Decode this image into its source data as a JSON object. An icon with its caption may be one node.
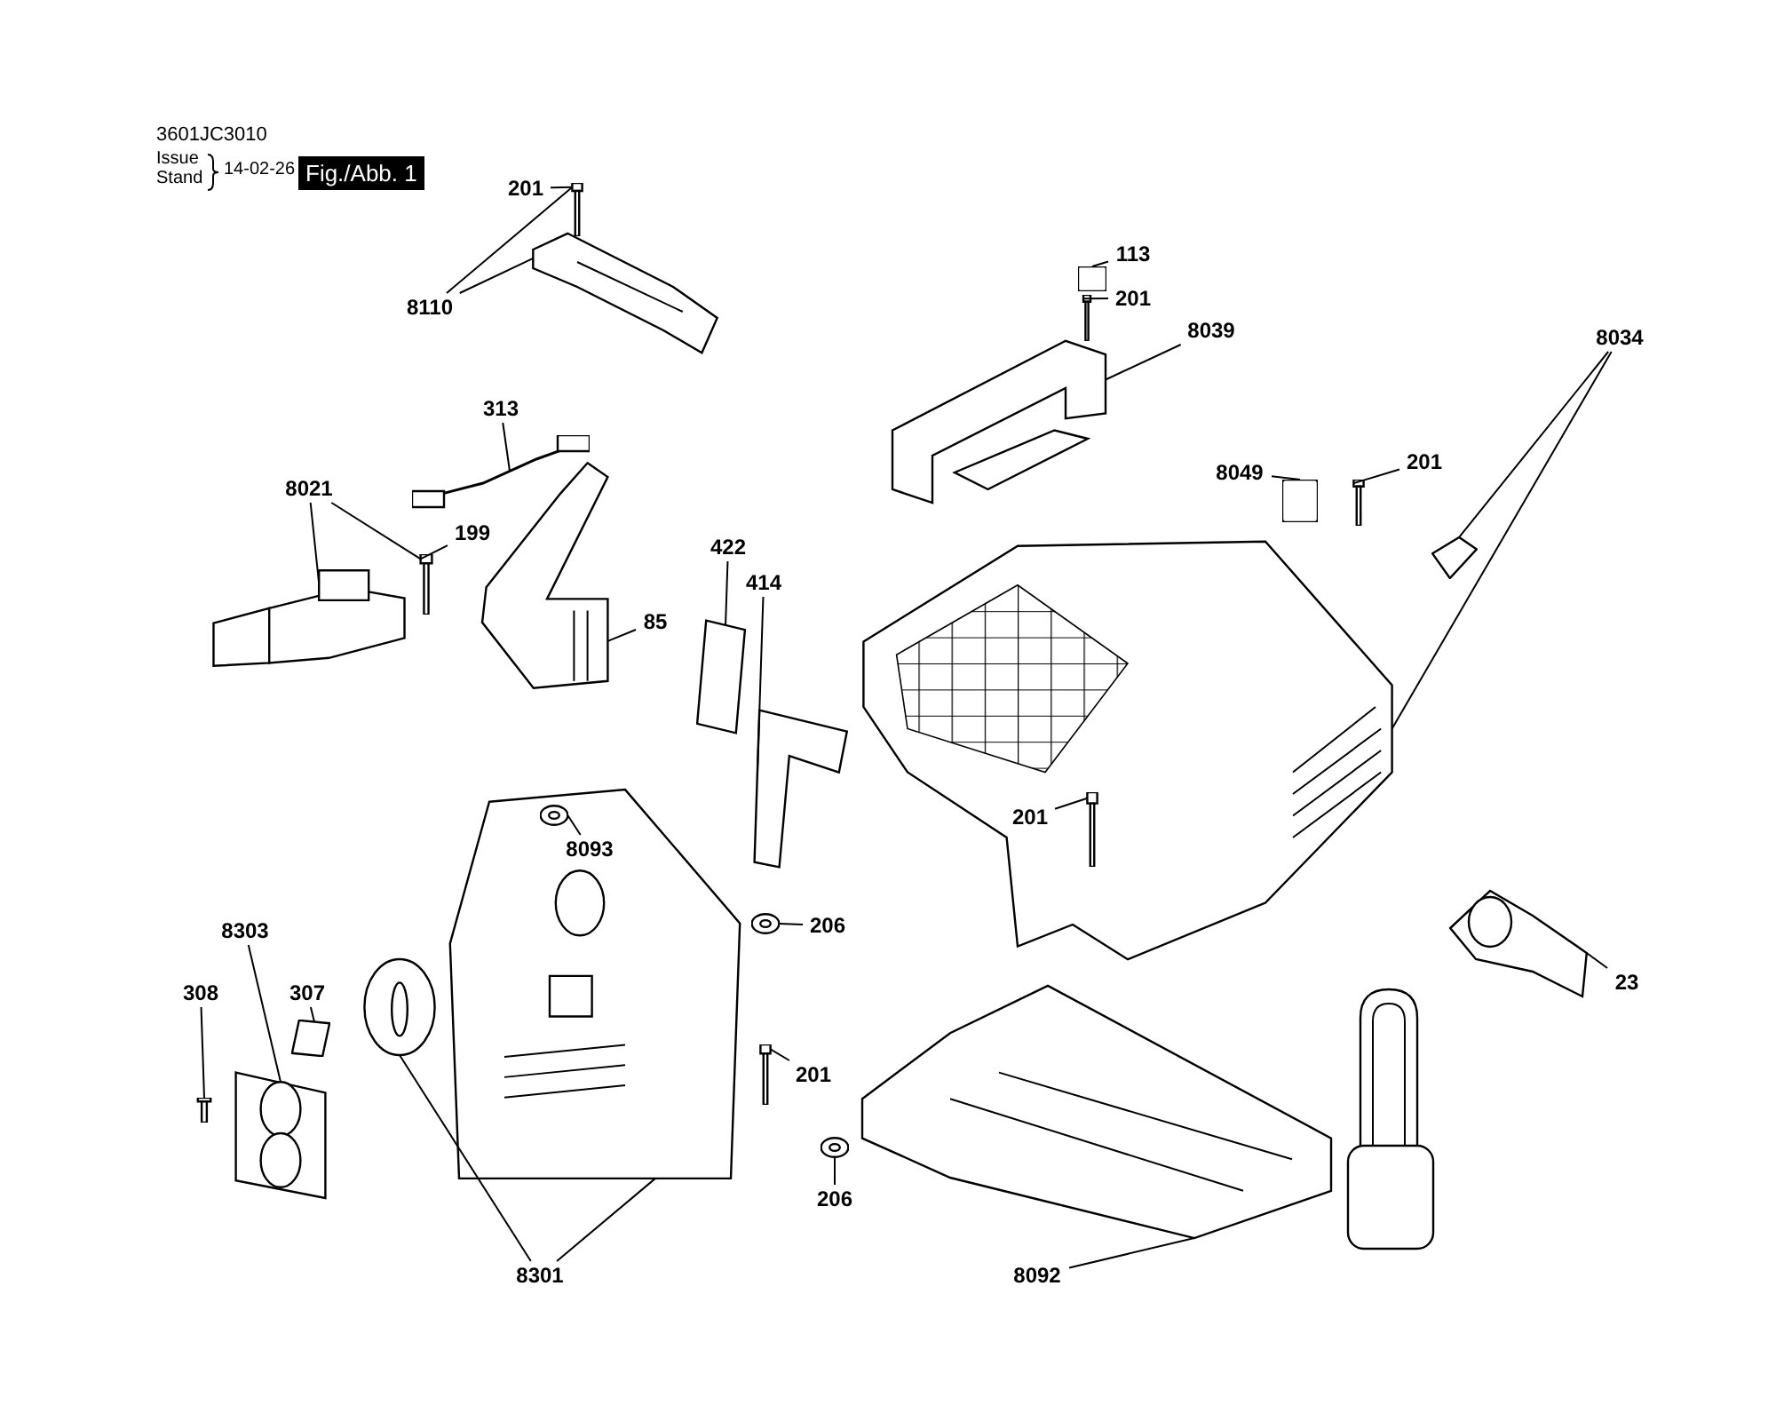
{
  "diagram": {
    "nodes": [
      {
        "text": [
          "201"
        ]
      },
      {
        "text": [
          "8110"
        ]
      },
      {
        "text": [
          "313"
        ]
      },
      {
        "text": [
          "8021"
        ]
      },
      {
        "text": [
          "199"
        ]
      },
      {
        "text": [
          "85"
        ]
      },
      {
        "text": [
          "422"
        ]
      },
      {
        "text": [
          "414"
        ]
      },
      {
        "text": [
          "113"
        ]
      },
      {
        "text": [
          "201"
        ]
      },
      {
        "text": [
          "8039"
        ]
      },
      {
        "text": [
          "8034"
        ]
      },
      {
        "text": [
          "8049"
        ]
      },
      {
        "text": [
          "201"
        ]
      },
      {
        "text": [
          "201"
        ],
        "in": 34
      },
      {
        "text": [
          "8093"
        ],
        "in": 46
      },
      {
        "text": [
          "206"
        ]
      },
      {
        "text": [
          "8303"
        ]
      },
      {
        "text": [
          "308"
        ]
      },
      {
        "text": [
          "307"
        ]
      },
      {
        "text": [
          "201"
        ]
      },
      {
        "text": [
          "206"
        ]
      },
      {
        "text": [
          "8301"
        ]
      },
      {
        "text": [
          "8092"
        ]
      },
      {
        "text": [
          "23"
        ]
      },
      {
        "text": [],
        "shape": "picture"
      },
      {
        "text": [],
        "shape": "picture"
      },
      {
        "text": [],
        "shape": "picture"
      },
      {
        "text": [],
        "shape": "picture"
      },
      {
        "text": [],
        "shape": "picture"
      },
      {
        "text": [],
        "shape": "picture"
      },
      {
        "text": [],
        "shape": "picture"
      },
      {
        "text": [],
        "shape": "picture"
      },
      {
        "text": [],
        "shape": "box"
      },
      {
        "text": [],
        "shape": "picture"
      },
      {
        "text": [],
        "shape": "picture"
      },
      {
        "text": [],
        "shape": "box"
      },
      {
        "text": [],
        "shape": "picture"
      },
      {
        "text": [],
        "shape": "picture",
        "in": 34
      },
      {
        "text": [],
        "shape": "picture",
        "in": 46
      },
      {
        "text": [],
        "shape": "picture"
      },
      {
        "text": [],
        "shape": "picture"
      },
      {
        "text": [],
        "shape": "picture"
      },
      {
        "text": [],
        "shape": "picture"
      },
      {
        "text": [],
        "shape": "picture"
      },
      {
        "text": [],
        "shape": "picture"
      },
      {
        "text": [],
        "shape": "picture"
      },
      {
        "text": [],
        "shape": "picture"
      },
      {
        "text": [],
        "shape": "picture"
      },
      {
        "text": [],
        "shape": "picture"
      },
      {
        "text": [],
        "shape": "picture"
      },
      {
        "text": [],
        "shape": "picture"
      }
    ],
    "edges": [
      {
        "from": 0,
        "to": 25,
        "arrow": "none"
      },
      {
        "from": 1,
        "to": 26,
        "arrow": "none"
      },
      {
        "from": 1,
        "to": 25,
        "arrow": "none"
      },
      {
        "from": 2,
        "to": 27,
        "arrow": "none"
      },
      {
        "from": 3,
        "to": 28,
        "arrow": "none"
      },
      {
        "from": 3,
        "to": 29,
        "arrow": "none"
      },
      {
        "from": 4,
        "to": 29,
        "arrow": "none"
      },
      {
        "from": 5,
        "to": 30,
        "arrow": "none"
      },
      {
        "from": 6,
        "to": 31,
        "arrow": "none"
      },
      {
        "from": 7,
        "to": 32,
        "arrow": "none"
      },
      {
        "from": 8,
        "to": 33,
        "arrow": "none"
      },
      {
        "from": 9,
        "to": 50,
        "arrow": "none"
      },
      {
        "from": 10,
        "to": 35,
        "arrow": "none"
      },
      {
        "from": 11,
        "to": 34,
        "arrow": "none"
      },
      {
        "from": 11,
        "to": 51,
        "arrow": "none"
      },
      {
        "from": 12,
        "to": 36,
        "arrow": "none"
      },
      {
        "from": 13,
        "to": 37,
        "arrow": "none"
      },
      {
        "from": 14,
        "to": 38,
        "arrow": "none"
      },
      {
        "from": 15,
        "to": 39,
        "arrow": "none"
      },
      {
        "from": 16,
        "to": 40,
        "arrow": "none"
      },
      {
        "from": 17,
        "to": 41,
        "arrow": "none"
      },
      {
        "from": 18,
        "to": 42,
        "arrow": "none"
      },
      {
        "from": 19,
        "to": 43,
        "arrow": "none"
      },
      {
        "from": 20,
        "to": 44,
        "arrow": "none"
      },
      {
        "from": 21,
        "to": 45,
        "arrow": "none"
      },
      {
        "from": 22,
        "to": 46,
        "arrow": "none"
      },
      {
        "from": 22,
        "to": 47,
        "arrow": "none"
      },
      {
        "from": 23,
        "to": 48,
        "arrow": "none"
      },
      {
        "from": 24,
        "to": 49,
        "arrow": "none"
      }
    ],
    "labels": [
      "3601JC3010",
      "Issue",
      "Stand",
      "14-02-26",
      "Fig./Abb. 1"
    ]
  }
}
